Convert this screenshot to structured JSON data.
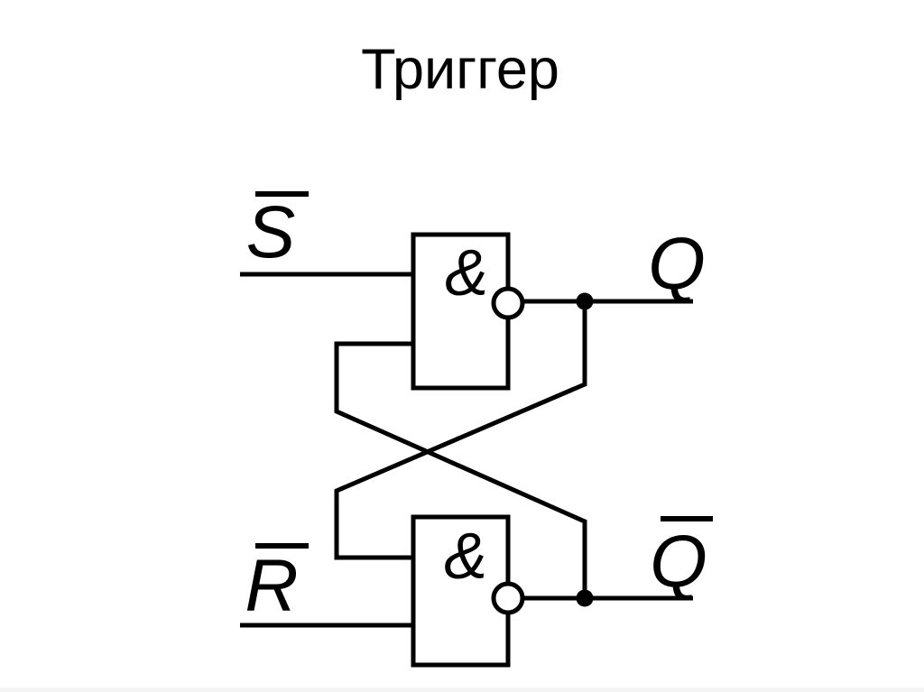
{
  "title": "Триггер",
  "colors": {
    "ink": "#000000",
    "background": "#ffffff",
    "bottom_strip": "#f5f5f6"
  },
  "circuit": {
    "type": "logic-diagram",
    "gates": [
      {
        "position": "top",
        "symbol": "&",
        "inverted_output": true
      },
      {
        "position": "bottom",
        "symbol": "&",
        "inverted_output": true
      }
    ],
    "inputs": [
      {
        "label": "S",
        "inverted": true
      },
      {
        "label": "R",
        "inverted": true
      }
    ],
    "outputs": [
      {
        "label": "Q",
        "inverted": false
      },
      {
        "label": "Q",
        "inverted": true
      }
    ]
  }
}
